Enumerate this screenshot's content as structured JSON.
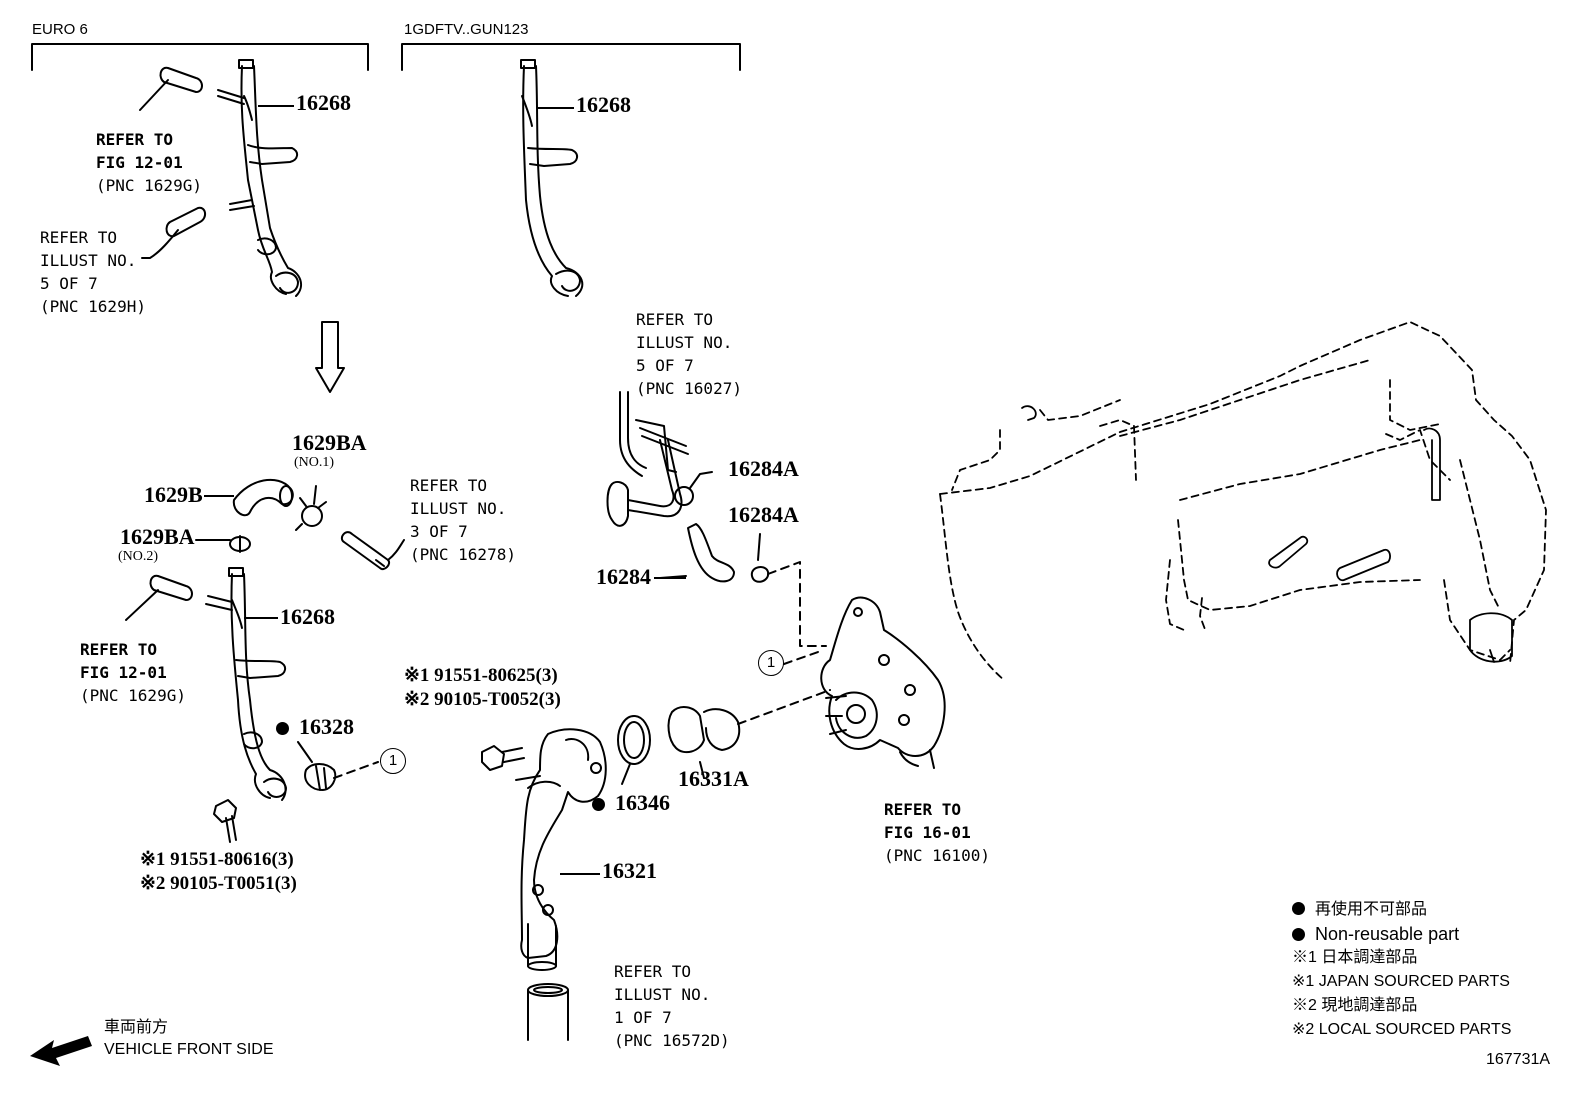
{
  "section_labels": {
    "euro6": "EURO 6",
    "gdftv": "1GDFTV..GUN123"
  },
  "parts": {
    "p16268_a": "16268",
    "p16268_b": "16268",
    "p16268_c": "16268",
    "p1629BA_1": "1629BA",
    "p1629BA_1_note": "(NO.1)",
    "p1629B": "1629B",
    "p1629BA_2": "1629BA",
    "p1629BA_2_note": "(NO.2)",
    "p16328": "16328",
    "p16284A_1": "16284A",
    "p16284A_2": "16284A",
    "p16284": "16284",
    "p16346": "16346",
    "p16331A": "16331A",
    "p16321": "16321"
  },
  "refs": {
    "ref_fig1201_top": [
      "REFER TO",
      "FIG 12-01",
      "(PNC 1629G)"
    ],
    "ref_illust5_top": [
      "REFER TO",
      "ILLUST NO.",
      "5 OF 7",
      "(PNC 1629H)"
    ],
    "ref_illust3": [
      "REFER TO",
      "ILLUST NO.",
      "3 OF 7",
      "(PNC 16278)"
    ],
    "ref_fig1201_mid": [
      "REFER TO",
      "FIG 12-01",
      "(PNC 1629G)"
    ],
    "ref_illust5_mid": [
      "REFER TO",
      "ILLUST NO.",
      "5 OF 7",
      "(PNC 16027)"
    ],
    "ref_fig1601": [
      "REFER TO",
      "FIG 16-01",
      "(PNC 16100)"
    ],
    "ref_illust1": [
      "REFER TO",
      "ILLUST NO.",
      "1 OF 7",
      "(PNC 16572D)"
    ]
  },
  "bolts": {
    "left_1": "※1 91551-80616(3)",
    "left_2": "※2 90105-T0051(3)",
    "mid_1": "※1 91551-80625(3)",
    "mid_2": "※2 90105-T0052(3)"
  },
  "callout_circle": "1",
  "legend": {
    "jp_nonreuse": "再使用不可部品",
    "nonreuse": "Non-reusable part",
    "jp_japan": "※1 日本調達部品",
    "japan": "※1 JAPAN SOURCED PARTS",
    "jp_local": "※2 現地調達部品",
    "local": "※2 LOCAL SOURCED PARTS"
  },
  "front": {
    "jp": "車両前方",
    "en": "VEHICLE FRONT SIDE"
  },
  "figure_id": "167731A"
}
